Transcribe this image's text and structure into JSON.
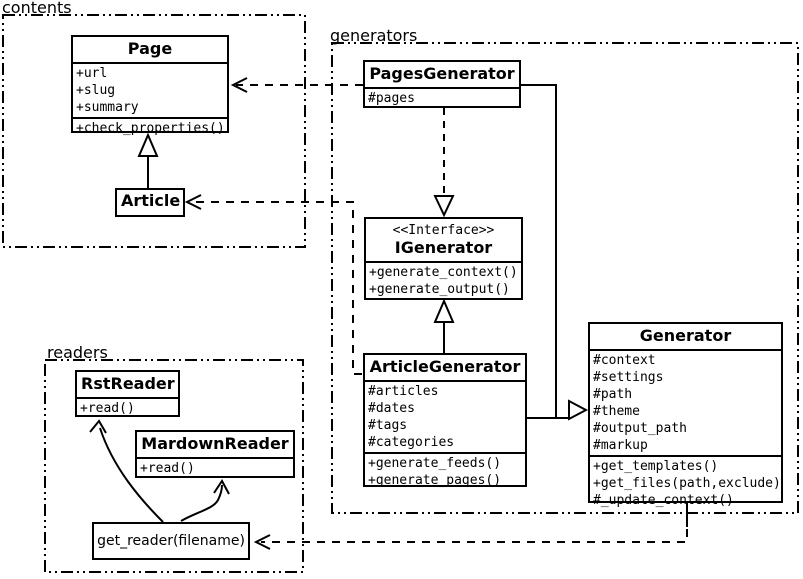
{
  "diagram": {
    "type": "uml-class-diagram",
    "colors": {
      "line": "#000000",
      "background": "#ffffff"
    }
  },
  "packages": {
    "contents": {
      "label": "contents"
    },
    "generators": {
      "label": "generators"
    },
    "readers": {
      "label": "readers"
    }
  },
  "classes": {
    "page": {
      "name": "Page",
      "attributes": [
        "+url",
        "+slug",
        "+summary"
      ],
      "methods": [
        "+check_properties()"
      ]
    },
    "article": {
      "name": "Article"
    },
    "pages_generator": {
      "name": "PagesGenerator",
      "attributes": [
        "#pages"
      ]
    },
    "igenerator": {
      "stereotype": "<<Interface>>",
      "name": "IGenerator",
      "methods": [
        "+generate_context()",
        "+generate_output()"
      ]
    },
    "article_generator": {
      "name": "ArticleGenerator",
      "attributes": [
        "#articles",
        "#dates",
        "#tags",
        "#categories"
      ],
      "methods": [
        "+generate_feeds()",
        "+generate_pages()"
      ]
    },
    "generator": {
      "name": "Generator",
      "attributes": [
        "#context",
        "#settings",
        "#path",
        "#theme",
        "#output_path",
        "#markup"
      ],
      "methods": [
        "+get_templates()",
        "+get_files(path,exclude)",
        "#_update_context()"
      ]
    },
    "rst_reader": {
      "name": "RstReader",
      "methods": [
        "+read()"
      ]
    },
    "mardown_reader": {
      "name": "MardownReader",
      "methods": [
        "+read()"
      ]
    }
  },
  "nodes": {
    "get_reader": {
      "label": "get_reader(filename)"
    }
  }
}
